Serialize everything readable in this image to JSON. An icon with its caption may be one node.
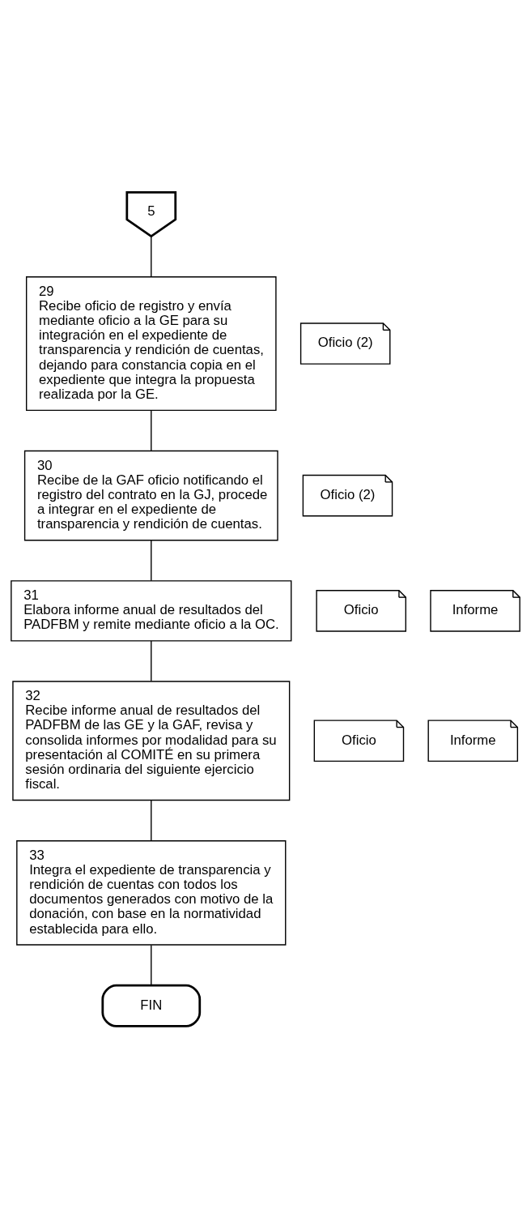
{
  "diagram": {
    "nodes": [
      {
        "text": [
          "5"
        ]
      },
      {
        "text": [
          "29",
          "Recibe oficio de registro y envía mediante oficio a la GE para su integración en el expediente de transparencia y rendición de cuentas, dejando para constancia copia en el expediente que integra la propuesta realizada por la GE."
        ]
      },
      {
        "text": [
          "Oficio (2)"
        ]
      },
      {
        "text": [
          "30",
          "Recibe de la GAF oficio notificando el registro del contrato en la GJ, procede a integrar en el expediente de transparencia y rendición de cuentas."
        ]
      },
      {
        "text": [
          "Oficio (2)"
        ]
      },
      {
        "text": [
          "31",
          "Elabora informe anual de resultados del PADFBM y remite mediante oficio a la OC."
        ]
      },
      {
        "text": [
          "Oficio"
        ]
      },
      {
        "text": [
          "Informe"
        ]
      },
      {
        "text": [
          "32",
          "Recibe informe anual de resultados del PADFBM de las GE y la GAF, revisa y consolida informes por modalidad para su presentación al COMITÉ en su primera sesión ordinaria del siguiente ejercicio fiscal."
        ]
      },
      {
        "text": [
          "Oficio"
        ]
      },
      {
        "text": [
          "Informe"
        ]
      },
      {
        "text": [
          "33",
          "Integra el expediente de transparencia y rendición de cuentas con todos los documentos generados con motivo de la donación, con base en la normatividad establecida para ello."
        ]
      },
      {
        "text": [
          "FIN"
        ]
      }
    ],
    "edges": [
      {
        "from": 0,
        "to": 1,
        "arrow": "none"
      },
      {
        "from": 1,
        "to": 3,
        "arrow": "none"
      },
      {
        "from": 3,
        "to": 5,
        "arrow": "none"
      },
      {
        "from": 5,
        "to": 8,
        "arrow": "none"
      },
      {
        "from": 8,
        "to": 11,
        "arrow": "none"
      },
      {
        "from": 11,
        "to": 12,
        "arrow": "none"
      }
    ]
  }
}
